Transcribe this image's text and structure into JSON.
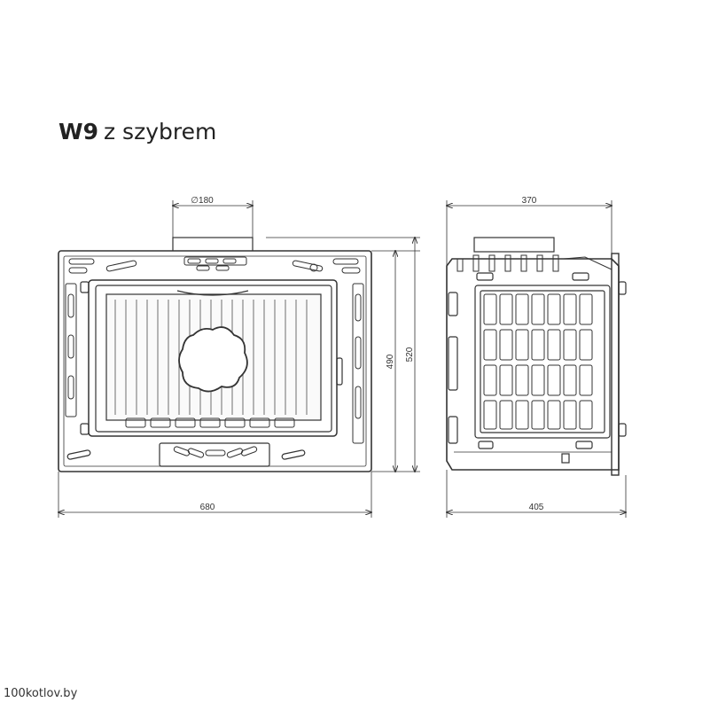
{
  "title": {
    "model": "W9",
    "subtitle": "z szybrem"
  },
  "dimensions": {
    "flue_diameter": "∅180",
    "front_width": "680",
    "inner_height": "490",
    "total_height": "520",
    "side_top_depth": "370",
    "side_total_depth": "405"
  },
  "watermark": "100kotlov.by"
}
